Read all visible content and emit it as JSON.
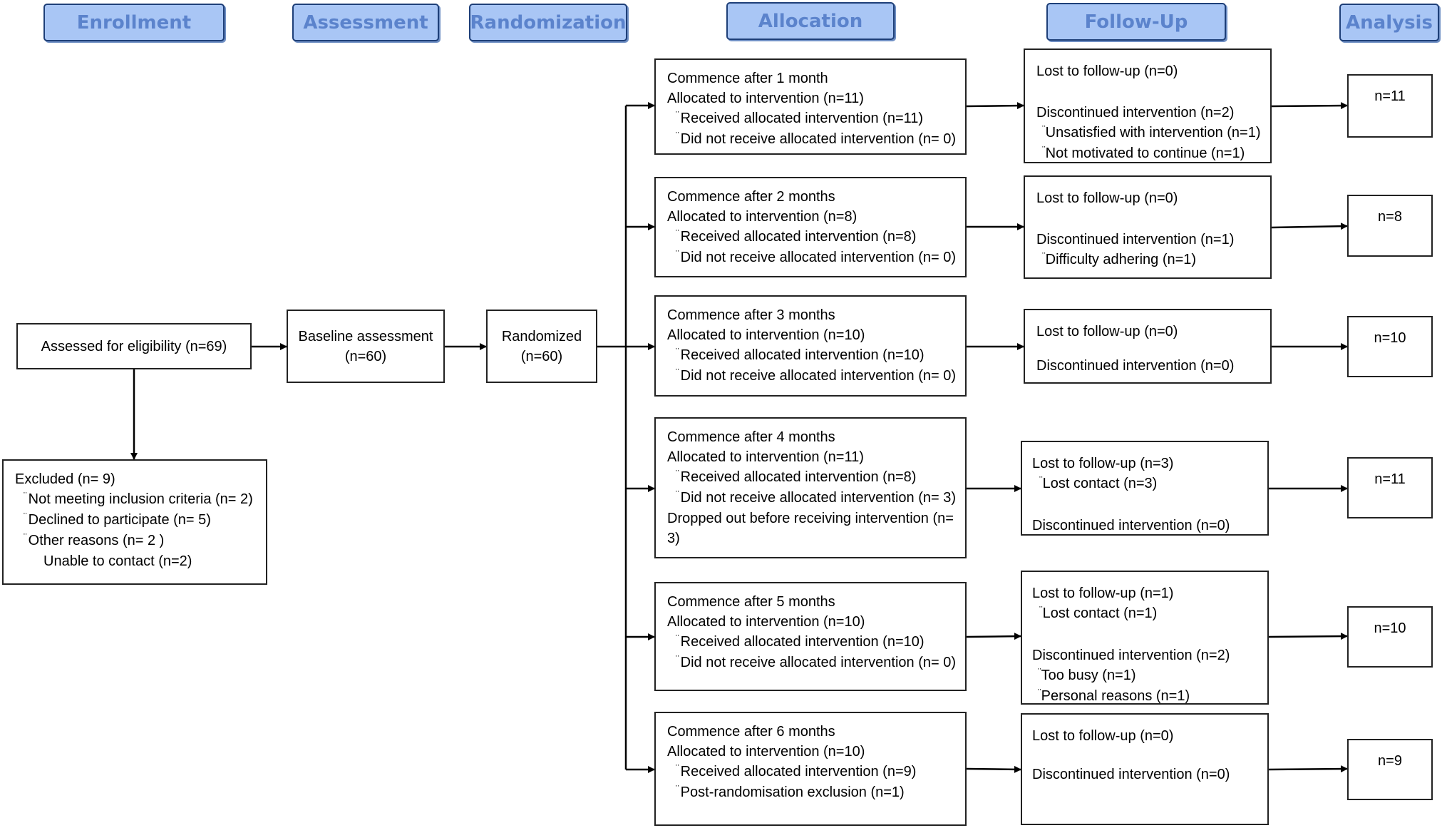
{
  "headers": {
    "enrollment": "Enrollment",
    "assessment": "Assessment",
    "randomization": "Randomization",
    "allocation": "Allocation",
    "follow_up": "Follow-Up",
    "analysis": "Analysis"
  },
  "eligibility": "Assessed for eligibility (n=69)",
  "excluded": {
    "title": "Excluded  (n= 9)",
    "reason1": "Not meeting inclusion criteria (n= 2)",
    "reason2": "Declined to participate (n= 5)",
    "reason3": "Other reasons (n= 2 )",
    "reason3_detail": "Unable to contact (n=2)"
  },
  "baseline": {
    "line1": "Baseline assessment",
    "line2": "(n=60)"
  },
  "randomized": {
    "line1": "Randomized",
    "line2": "(n=60)"
  },
  "allocation": [
    {
      "title": "Commence after 1 month",
      "allocated": "Allocated to intervention (n=11)",
      "item1": "Received allocated intervention (n=11)",
      "item2": "Did not receive allocated intervention (n= 0)"
    },
    {
      "title": "Commence after 2 months",
      "allocated": "Allocated to intervention (n=8)",
      "item1": "Received allocated intervention (n=8)",
      "item2": "Did not receive allocated intervention (n= 0)"
    },
    {
      "title": "Commence after 3 months",
      "allocated": "Allocated to intervention (n=10)",
      "item1": "Received allocated intervention (n=10)",
      "item2": "Did not receive allocated intervention (n= 0)"
    },
    {
      "title": "Commence after 4 months",
      "allocated": "Allocated to intervention (n=11)",
      "item1": "Received allocated intervention (n=8)",
      "item2": "Did not receive allocated intervention (n= 3)",
      "extra": "Dropped out before receiving intervention (n= 3)"
    },
    {
      "title": "Commence after 5 months",
      "allocated": "Allocated to intervention (n=10)",
      "item1": "Received allocated intervention (n=10)",
      "item2": "Did not receive allocated intervention (n= 0)"
    },
    {
      "title": "Commence after 6 months",
      "allocated": "Allocated to intervention (n=10)",
      "item1": "Received allocated intervention (n=9)",
      "item2": "Post-randomisation exclusion (n=1)"
    }
  ],
  "followup": [
    {
      "lost": "Lost to follow-up (n=0)",
      "discontinued": "Discontinued intervention (n=2)",
      "reason1": "Unsatisfied with intervention (n=1)",
      "reason2": "Not motivated to continue (n=1)"
    },
    {
      "lost": "Lost to follow-up (n=0)",
      "discontinued": "Discontinued intervention (n=1)",
      "reason1": "Difficulty adhering (n=1)"
    },
    {
      "lost": "Lost to follow-up (n=0)",
      "discontinued": "Discontinued intervention (n=0)"
    },
    {
      "lost": "Lost to follow-up (n=3)",
      "lost_reason": "Lost contact (n=3)",
      "discontinued": "Discontinued intervention (n=0)"
    },
    {
      "lost": "Lost to follow-up (n=1)",
      "lost_reason": "Lost contact (n=1)",
      "discontinued": "Discontinued intervention (n=2)",
      "reason1": "Too busy (n=1)",
      "reason2": "Personal reasons (n=1)"
    },
    {
      "lost": "Lost to follow-up (n=0)",
      "discontinued": "Discontinued intervention (n=0)"
    }
  ],
  "analysis": [
    "n=11",
    "n=8",
    "n=10",
    "n=11",
    "n=10",
    "n=9"
  ]
}
